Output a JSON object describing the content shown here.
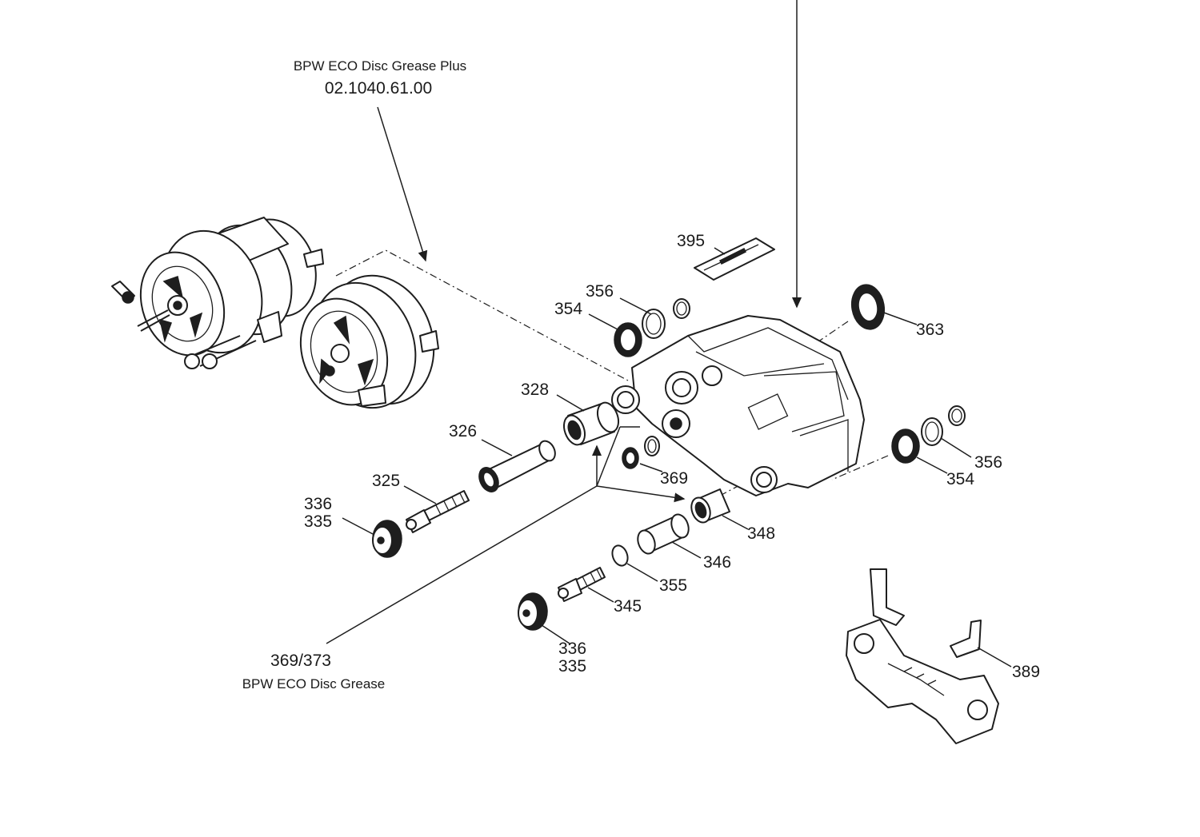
{
  "notes": {
    "grease_plus_name": "BPW ECO Disc Grease Plus",
    "grease_plus_number": "02.1040.61.00",
    "grease_ref": "369/373",
    "grease_name": "BPW ECO Disc Grease"
  },
  "part_numbers": {
    "p395": "395",
    "p356a": "356",
    "p354a": "354",
    "p363": "363",
    "p328": "328",
    "p326": "326",
    "p325": "325",
    "p336a": "336",
    "p335a": "335",
    "p369": "369",
    "p348": "348",
    "p356b": "356",
    "p354b": "354",
    "p346": "346",
    "p355": "355",
    "p345": "345",
    "p336b": "336",
    "p335b": "335",
    "p389": "389"
  }
}
